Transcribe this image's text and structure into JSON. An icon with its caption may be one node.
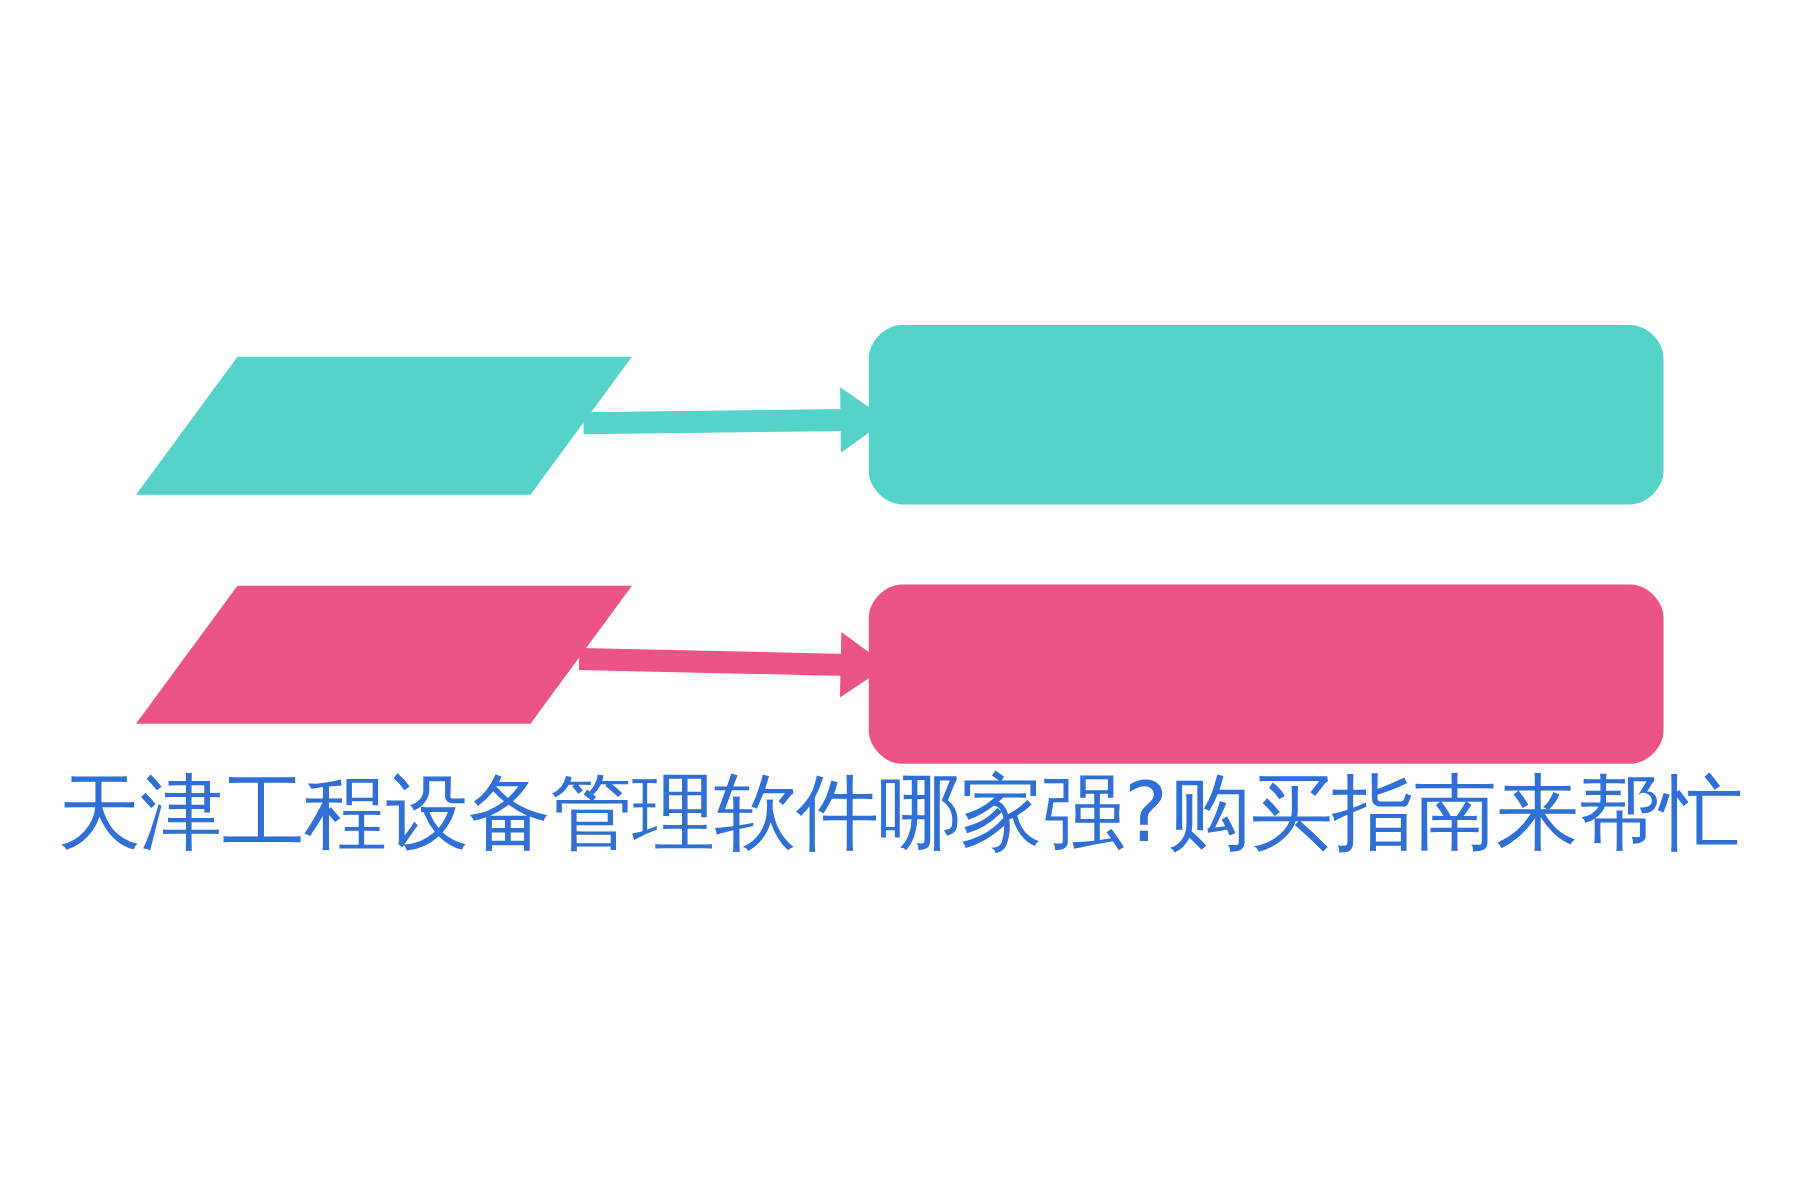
{
  "diagram": {
    "title": "天津工程设备管理软件哪家强?购买指南来帮忙",
    "nodes": [
      {
        "text": [],
        "shape": "parallelogram"
      },
      {
        "text": [],
        "shape": "box"
      },
      {
        "text": [],
        "shape": "parallelogram"
      },
      {
        "text": [],
        "shape": "box"
      }
    ],
    "edges": [
      {
        "from": 0,
        "to": 1,
        "arrow": "to",
        "color": "#56d3c9"
      },
      {
        "from": 2,
        "to": 3,
        "arrow": "to",
        "color": "#ec5386"
      }
    ]
  }
}
